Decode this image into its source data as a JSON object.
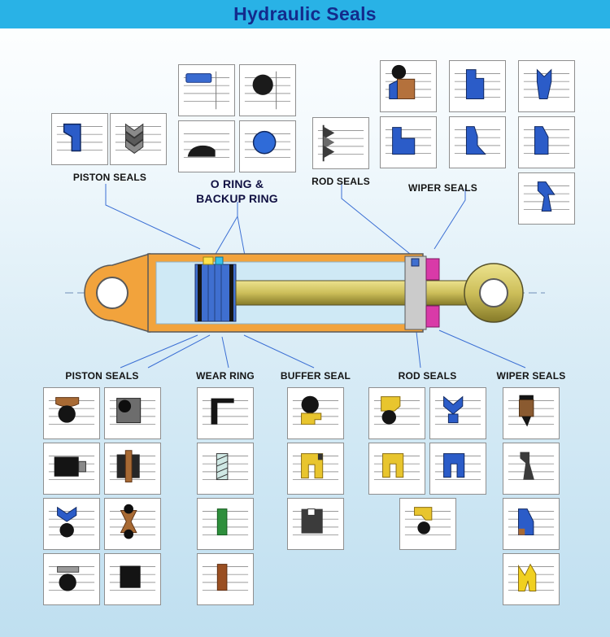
{
  "header": {
    "title": "Hydraulic Seals"
  },
  "colors": {
    "header_bg": "#29b2e6",
    "header_text": "#132b8c",
    "seal_blue": "#2b5cc8",
    "seal_yellow": "#e8c52e",
    "seal_brown": "#a86a34",
    "seal_black": "#151515",
    "seal_gray": "#777777",
    "seal_green": "#2e8f3c",
    "gland_pink": "#d93aa8",
    "barrel_orange": "#f2a33c",
    "rod_olive": "#cdbf5a",
    "bore_blue": "#cfe9f5",
    "leader_line": "#3b6fd4"
  },
  "top_groups": [
    {
      "id": "piston-seals-top",
      "label": "PISTON SEALS",
      "cells": [
        "piston-seal-blue-icon",
        "chevron-seal-gray-icon"
      ]
    },
    {
      "id": "oring-backup-ring",
      "label": "O RING &\nBACKUP RING",
      "cells": [
        "backup-ring-flat-blue-icon",
        "o-ring-black-icon",
        "backup-ring-wedge-black-icon",
        "o-ring-blue-icon"
      ]
    },
    {
      "id": "rod-seals-top",
      "label": "ROD SEALS",
      "cells": [
        "vee-packing-stack-icon"
      ]
    },
    {
      "id": "wiper-seals-top",
      "label": "WIPER SEALS",
      "cells": [
        "wiper-ball-brown-icon",
        "wiper-blue-a-icon",
        "wiper-blue-b-icon",
        "wiper-blue-c-icon",
        "wiper-blue-d-icon",
        "wiper-blue-e-icon",
        "wiper-blue-f-icon"
      ]
    }
  ],
  "bottom_groups": [
    {
      "id": "piston-seals-bottom",
      "label": "PISTON SEALS",
      "cells": [
        "piston-compact-brown-icon",
        "piston-square-gray-icon",
        "piston-oring-groove-icon",
        "piston-brown-stem-icon",
        "piston-chevron-circle-icon",
        "piston-x-brown-icon",
        "piston-capped-circle-icon",
        "piston-square-black-icon"
      ]
    },
    {
      "id": "wear-ring",
      "label": "WEAR RING",
      "cells": [
        "wear-ring-bracket-icon",
        "wear-ring-hatched-icon",
        "wear-ring-green-icon",
        "wear-ring-brown-icon"
      ]
    },
    {
      "id": "buffer-seal",
      "label": "BUFFER SEAL",
      "cells": [
        "buffer-ball-yellow-icon",
        "buffer-ucup-yellow-icon",
        "buffer-block-dark-icon"
      ]
    },
    {
      "id": "rod-seals-bottom",
      "label": "ROD SEALS",
      "cells": [
        "rod-yellow-ball-icon",
        "rod-chevron-blue-icon",
        "rod-ucup-yellow-icon",
        "rod-ucup-blue-icon",
        "rod-yellow-ball2-icon"
      ]
    },
    {
      "id": "wiper-seals-bottom",
      "label": "WIPER SEALS",
      "cells": [
        "wiper-snap-brown-icon",
        "wiper-dark-icon",
        "wiper-blue-heel-icon",
        "wiper-yellow-m-icon"
      ]
    }
  ],
  "diagram": {
    "name": "hydraulic-cylinder-cross-section"
  }
}
